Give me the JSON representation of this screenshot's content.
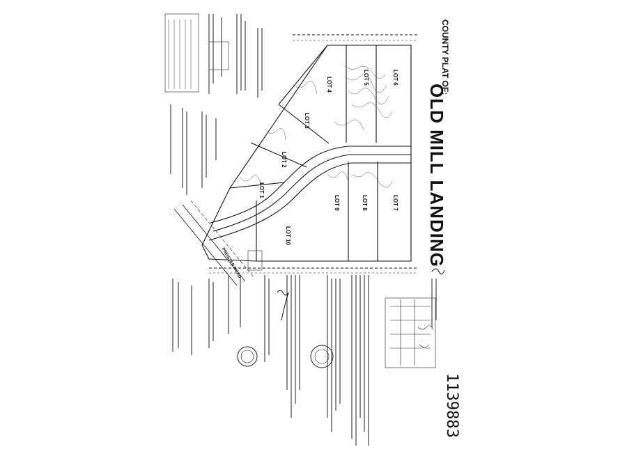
{
  "plat": {
    "heading": "COUNTY PLAT OF:",
    "name": "OLD MILL LANDING",
    "document_number": "1139883",
    "lots": [
      "LOT 1",
      "LOT 2",
      "LOT 3",
      "LOT 4",
      "LOT 5",
      "LOT 6",
      "LOT 7",
      "LOT 8",
      "LOT 9",
      "LOT 10"
    ],
    "road": "PREISTER ROAD"
  }
}
